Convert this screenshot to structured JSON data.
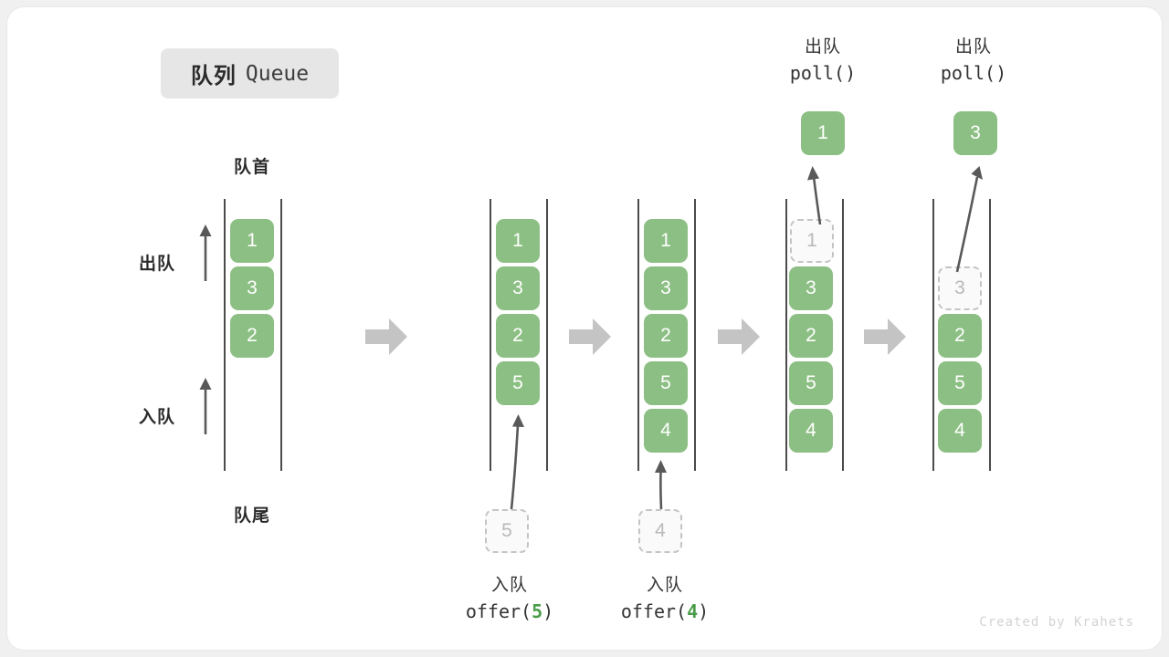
{
  "title": {
    "cn": "队列",
    "en": "Queue"
  },
  "colors": {
    "element": "#8cbf83",
    "ghost_border": "#c4c4c4",
    "rail": "#4b4b4b",
    "step_arrow": "#c4c4c4",
    "accent_arg": "#4a9c4a",
    "watermark": "#d3d3d3"
  },
  "labels": {
    "front": "队首",
    "rear": "队尾",
    "dequeue": "出队",
    "enqueue": "入队"
  },
  "operations": {
    "offer5": {
      "cn": "入队",
      "code_prefix": "offer(",
      "arg": "5",
      "code_suffix": ")"
    },
    "offer4": {
      "cn": "入队",
      "code_prefix": "offer(",
      "arg": "4",
      "code_suffix": ")"
    },
    "poll1": {
      "cn": "出队",
      "code": "poll()"
    },
    "poll2": {
      "cn": "出队",
      "code": "poll()"
    }
  },
  "polled": {
    "first": "1",
    "second": "3"
  },
  "pending": {
    "offer5": "5",
    "offer4": "4"
  },
  "columns": [
    {
      "name": "initial",
      "items": [
        {
          "value": "1",
          "state": "filled"
        },
        {
          "value": "3",
          "state": "filled"
        },
        {
          "value": "2",
          "state": "filled"
        }
      ]
    },
    {
      "name": "after-offer-5",
      "items": [
        {
          "value": "1",
          "state": "filled"
        },
        {
          "value": "3",
          "state": "filled"
        },
        {
          "value": "2",
          "state": "filled"
        },
        {
          "value": "5",
          "state": "filled"
        }
      ]
    },
    {
      "name": "after-offer-4",
      "items": [
        {
          "value": "1",
          "state": "filled"
        },
        {
          "value": "3",
          "state": "filled"
        },
        {
          "value": "2",
          "state": "filled"
        },
        {
          "value": "5",
          "state": "filled"
        },
        {
          "value": "4",
          "state": "filled"
        }
      ]
    },
    {
      "name": "during-poll-1",
      "items": [
        {
          "value": "1",
          "state": "ghost"
        },
        {
          "value": "3",
          "state": "filled"
        },
        {
          "value": "2",
          "state": "filled"
        },
        {
          "value": "5",
          "state": "filled"
        },
        {
          "value": "4",
          "state": "filled"
        }
      ]
    },
    {
      "name": "during-poll-3",
      "items": [
        {
          "value": "",
          "state": "empty"
        },
        {
          "value": "3",
          "state": "ghost"
        },
        {
          "value": "2",
          "state": "filled"
        },
        {
          "value": "5",
          "state": "filled"
        },
        {
          "value": "4",
          "state": "filled"
        }
      ]
    }
  ],
  "watermark": "Created by Krahets"
}
